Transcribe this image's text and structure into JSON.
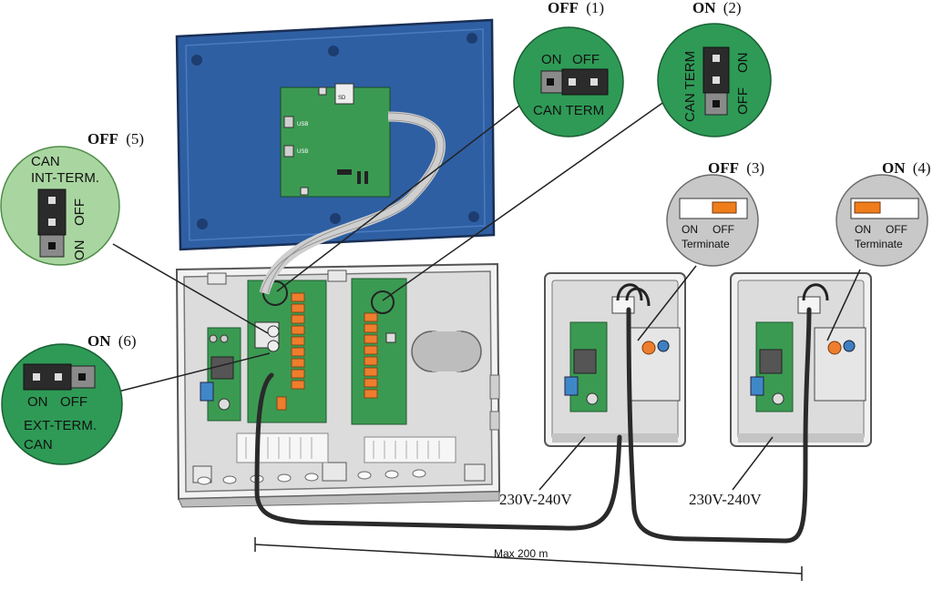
{
  "colors": {
    "circle_green": "#2e9a56",
    "circle_light_green": "#a9d6a0",
    "circle_grey": "#c8c8c8",
    "lid_blue": "#2f5fa3",
    "pcb_green": "#3b9a52",
    "relay_orange": "#ee7e2d",
    "switch_orange": "#ef7d1a",
    "cable": "#2a2a2a"
  },
  "callouts": {
    "c1": {
      "state": "OFF",
      "num": "(1)",
      "label_on": "ON",
      "label_off": "OFF",
      "caption": "CAN TERM"
    },
    "c2": {
      "state": "ON",
      "num": "(2)",
      "label_can": "CAN TERM",
      "label_on": "ON",
      "label_off": "OFF"
    },
    "c3": {
      "state": "OFF",
      "num": "(3)",
      "label_on": "ON",
      "label_off": "OFF",
      "caption": "Terminate"
    },
    "c4": {
      "state": "ON",
      "num": "(4)",
      "label_on": "ON",
      "label_off": "OFF",
      "caption": "Terminate"
    },
    "c5": {
      "state": "OFF",
      "num": "(5)",
      "line1": "CAN",
      "line2": "INT-TERM.",
      "label_off": "OFF",
      "label_on": "ON"
    },
    "c6": {
      "state": "ON",
      "num": "(6)",
      "label_on": "ON",
      "label_off": "OFF",
      "line1": "EXT-TERM.",
      "line2": "CAN"
    }
  },
  "board_labels": {
    "usb1": "USB",
    "usb2": "USB",
    "sd": "SD"
  },
  "voltage_left": "230V-240V",
  "voltage_right": "230V-240V",
  "distance": "Max 200 m"
}
